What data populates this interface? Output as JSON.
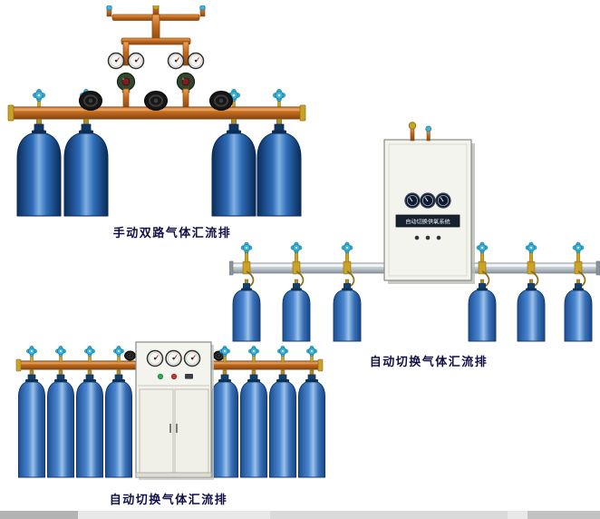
{
  "page": {
    "background": "#ffffff"
  },
  "colors": {
    "caption_text": "#101048",
    "copper_pipe": "#c06a1e",
    "brass_fitting": "#c9a227",
    "steel_pipe": "#c2cad1",
    "cylinder_blue_dark": "#0b2f5e",
    "cylinder_blue": "#2e6cb8",
    "cylinder_highlight": "#9cc2ea",
    "handwheel_cyan": "#3eb4da",
    "handwheel_black": "#161616",
    "cabinet_body": "#f4f4ef",
    "cabinet_panel": "#18222e"
  },
  "scenes": {
    "manual_manifold": {
      "caption": "手动双路气体汇流排",
      "cylinders": 4,
      "pressure_gauges": 4,
      "black_handwheels": 3
    },
    "auto_manifold_right": {
      "caption": "自动切换气体汇流排",
      "cabinet_label": "自动切换供氧系统",
      "cylinders": 6,
      "panel_gauges": 3
    },
    "auto_manifold_bottom": {
      "caption": "自动切换气体汇流排",
      "cylinders": 8,
      "panel_gauges": 3
    }
  }
}
